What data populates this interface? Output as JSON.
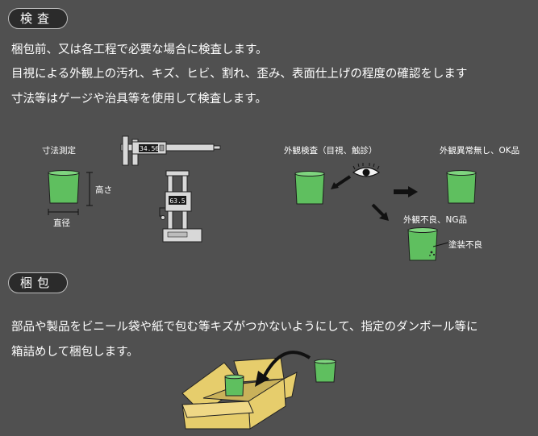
{
  "inspection": {
    "heading": "検査",
    "lines": [
      "梱包前、又は各工程で必要な場合に検査します。",
      "目視による外観上の汚れ、キズ、ヒビ、割れ、歪み、表面仕上げの程度の確認をします",
      "寸法等はゲージや治具等を使用して検査します。"
    ],
    "diagram": {
      "dimension_label": "寸法測定",
      "height_label": "高さ",
      "diameter_label": "直径",
      "caliper_reading": "34.56",
      "height_gauge_reading": "63.5",
      "visual_label": "外観検査（目視、触診）",
      "ok_label": "外観異常無し、OK品",
      "ng_label": "外観不良、NG品",
      "defect_label": "塗装不良"
    }
  },
  "packing": {
    "heading": "梱包",
    "lines": [
      "部品や製品をビニール袋や紙で包む等キズがつかないようにして、指定のダンボール等に",
      "箱詰めして梱包します。"
    ]
  },
  "colors": {
    "background": "#505050",
    "cup_green": "#5fbf5f",
    "box_yellow": "#e6cd6c",
    "pill_bg": "#2b2b2b"
  }
}
